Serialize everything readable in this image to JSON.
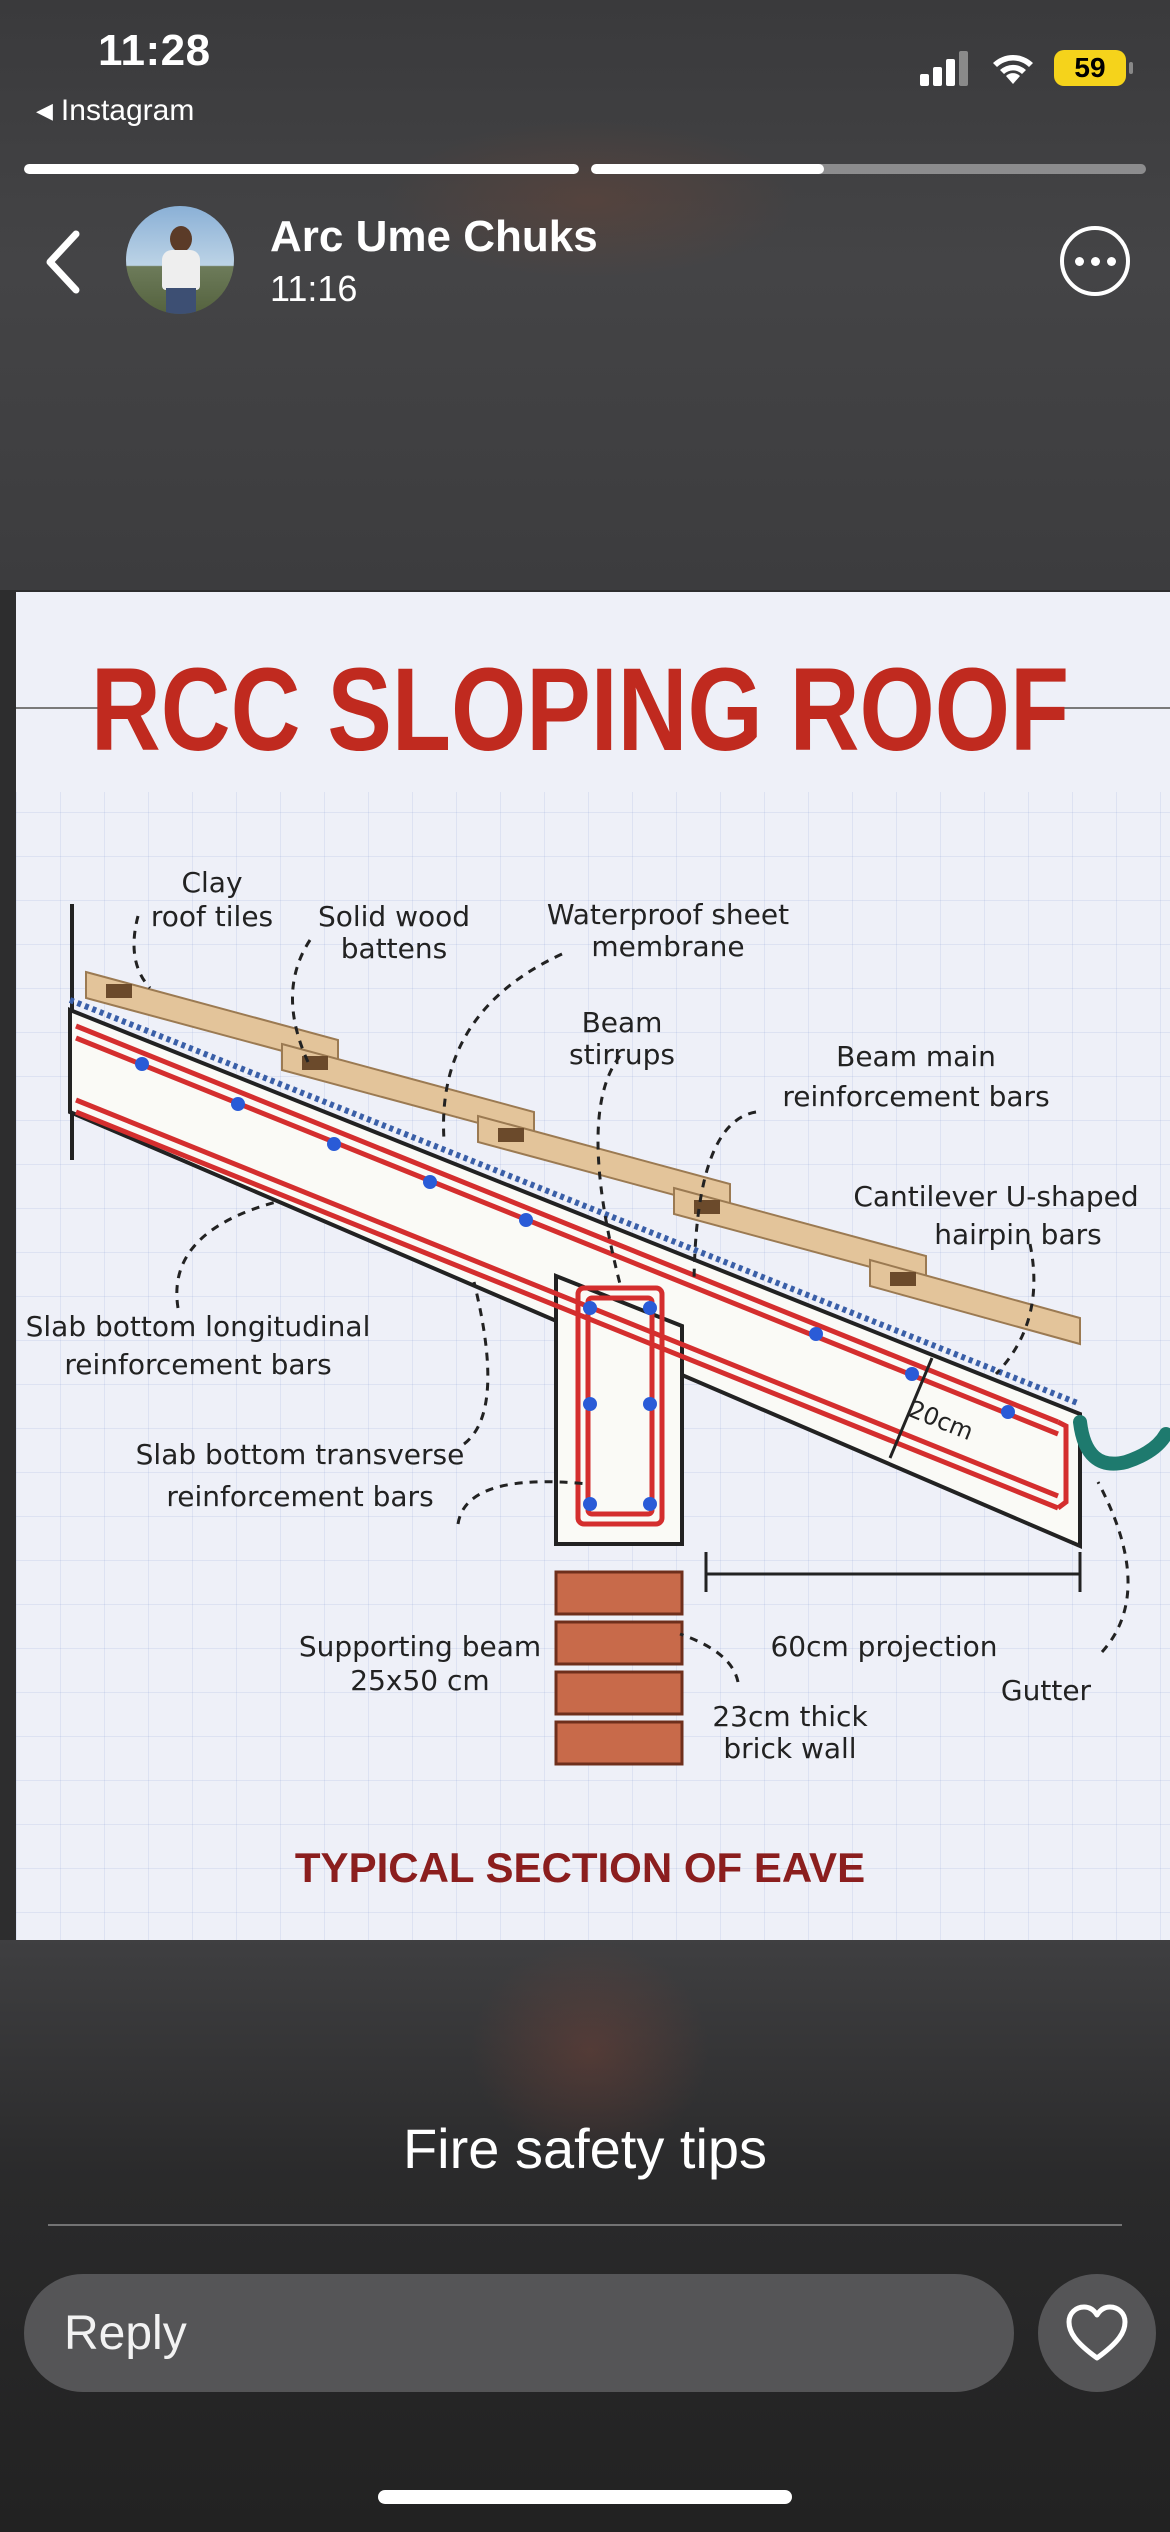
{
  "status_bar": {
    "time": "11:28",
    "back_app_label": "Instagram",
    "battery": "59"
  },
  "story": {
    "progress": [
      1.0,
      0.42
    ],
    "user_name": "Arc Ume Chuks",
    "post_time": "11:16"
  },
  "diagram": {
    "title": "RCC SLOPING ROOF",
    "subtitle": "TYPICAL SECTION OF EAVE",
    "labels": {
      "clay_1": "Clay",
      "clay_2": "roof tiles",
      "battens_1": "Solid wood",
      "battens_2": "battens",
      "membrane_1": "Waterproof sheet",
      "membrane_2": "membrane",
      "stirrups_1": "Beam",
      "stirrups_2": "stirrups",
      "main_bars_1": "Beam main",
      "main_bars_2": "reinforcement bars",
      "cantilever_1": "Cantilever U-shaped",
      "cantilever_2": "hairpin bars",
      "slab_long_1": "Slab bottom longitudinal",
      "slab_long_2": "reinforcement bars",
      "slab_trans_1": "Slab bottom transverse",
      "slab_trans_2": "reinforcement bars",
      "thickness": "20cm",
      "beam_1": "Supporting beam",
      "beam_2": "25x50 cm",
      "projection": "60cm projection",
      "wall_1": "23cm thick",
      "wall_2": "brick wall",
      "gutter": "Gutter"
    },
    "colors": {
      "title": "#c02a1f",
      "subtitle": "#8b1e1e",
      "rebar": "#d42e2e",
      "bar_dot": "#2a5bd7",
      "tile": "#e3c49a",
      "brick": "#c86a4a",
      "gutter": "#1e7a6e"
    }
  },
  "caption": "Fire safety tips",
  "reply": {
    "placeholder": "Reply"
  },
  "icons": [
    "back-arrow-icon",
    "more-icon",
    "heart-icon",
    "signal-icon",
    "wifi-icon",
    "battery-icon"
  ]
}
